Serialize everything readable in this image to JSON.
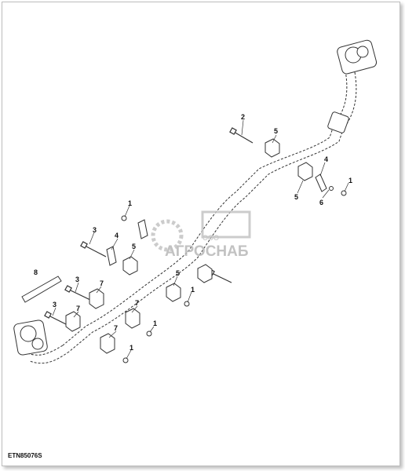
{
  "figure_code": "ETN85076S",
  "watermark": {
    "small": "ООО",
    "large": "АГРОСНАБ"
  },
  "callouts": [
    {
      "label": "2"
    },
    {
      "label": "5"
    },
    {
      "label": "4"
    },
    {
      "label": "1"
    },
    {
      "label": "5"
    },
    {
      "label": "6"
    },
    {
      "label": "1"
    },
    {
      "label": "3"
    },
    {
      "label": "4"
    },
    {
      "label": "5"
    },
    {
      "label": "5"
    },
    {
      "label": "1"
    },
    {
      "label": "8"
    },
    {
      "label": "3"
    },
    {
      "label": "7"
    },
    {
      "label": "3"
    },
    {
      "label": "7"
    },
    {
      "label": "7"
    },
    {
      "label": "7"
    },
    {
      "label": "1"
    },
    {
      "label": "1"
    }
  ],
  "colors": {
    "line": "#333333",
    "watermark": "#bdbdbd"
  }
}
